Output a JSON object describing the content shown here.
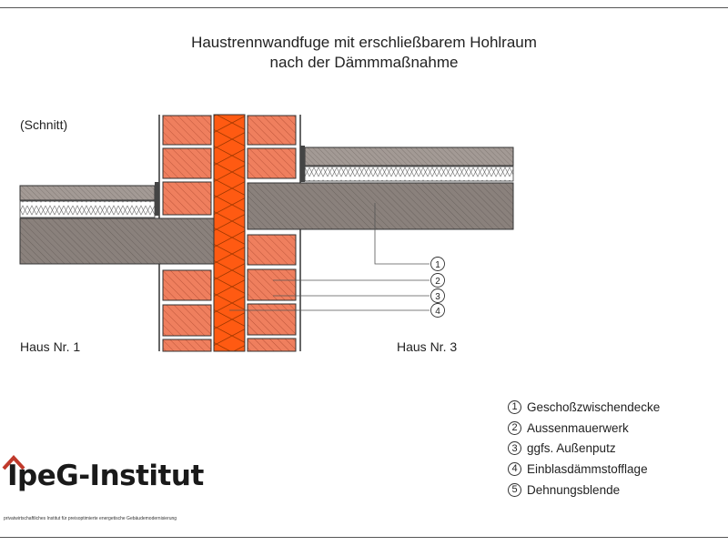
{
  "title_line1": "Haustrennwandfuge mit erschließbarem Hohlraum",
  "title_line2": "nach der Dämmmaßnahme",
  "section_label": "(Schnitt)",
  "house_left": "Haus Nr. 1",
  "house_right": "Haus Nr. 3",
  "callouts": [
    "1",
    "2",
    "3",
    "4"
  ],
  "legend": [
    {
      "num": "1",
      "label": "Geschoßzwischendecke"
    },
    {
      "num": "2",
      "label": "Aussenmauerwerk"
    },
    {
      "num": "3",
      "label": "ggfs. Außenputz"
    },
    {
      "num": "4",
      "label": "Einblasdämmstofflage"
    },
    {
      "num": "5",
      "label": "Dehnungsblende"
    }
  ],
  "logo": {
    "name": "IpeG-Institut",
    "tagline": "privatwirtschaftliches Institut für preisoptimierte energetische Gebäudemodernisierung"
  },
  "colors": {
    "brick": "#ef7f5e",
    "insulation": "#ff5a12",
    "concrete": "#8a817c",
    "logo_accent": "#c0392b"
  }
}
